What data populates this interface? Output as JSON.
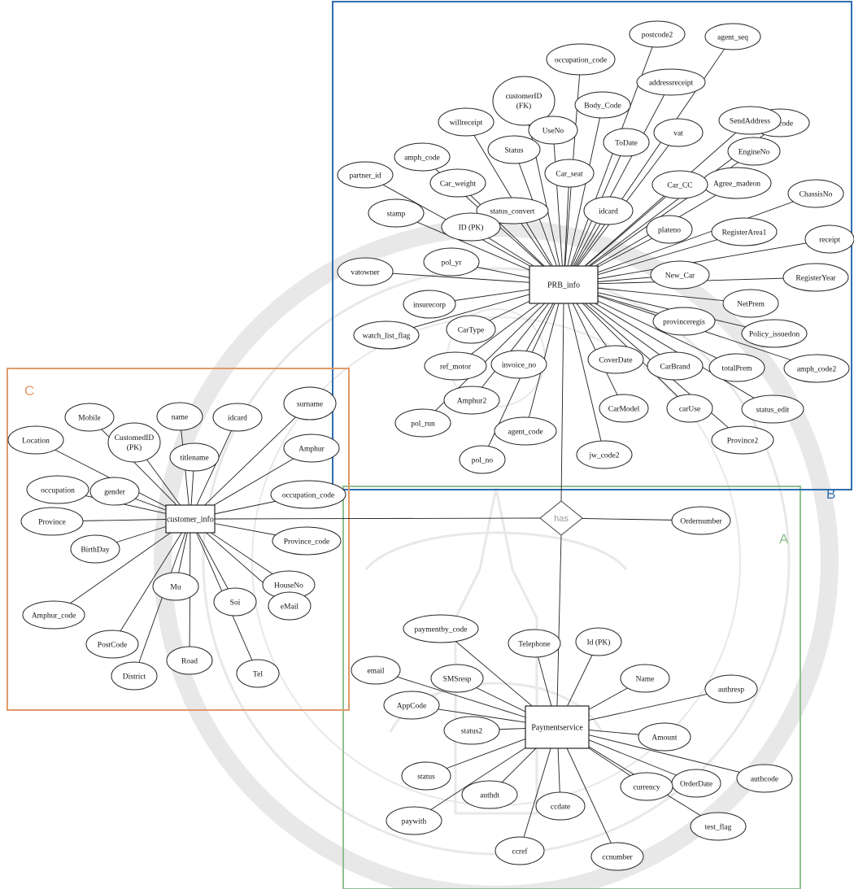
{
  "regions": [
    {
      "id": "A",
      "label": "A",
      "color": "#8fbf8f"
    },
    {
      "id": "B",
      "label": "B",
      "color": "#2e6db0"
    },
    {
      "id": "C",
      "label": "C",
      "color": "#e09a68"
    }
  ],
  "entities": [
    {
      "id": "prb",
      "label": "PRB_info"
    },
    {
      "id": "customer",
      "label": "customer_info"
    },
    {
      "id": "payment",
      "label": "Paymentservice"
    }
  ],
  "relationship": {
    "label": "has"
  },
  "attributes": {
    "prb": [
      "postcode2",
      "agent_seq",
      "occupation_code",
      "addressreceipt",
      "customerID (FK)",
      "jw_code",
      "SendAddress",
      "Body_Code",
      "willreceipt",
      "UseNo",
      "ToDate",
      "vat",
      "Status",
      "amph_code",
      "EngineNo",
      "Car_seat",
      "partner_id",
      "Car_weight",
      "Agree_madeon",
      "Car_CC",
      "idcard",
      "status_convert",
      "ChassisNo",
      "stamp",
      "ID (PK)",
      "plateno",
      "RegisterArea1",
      "receipt",
      "pol_yr",
      "vatowner",
      "New_Car",
      "RegisterYear",
      "insurecorp",
      "NetPrem",
      "provinceregis",
      "CarType",
      "watch_list_flag",
      "Policy_issuedon",
      "ref_motor",
      "invoice_no",
      "CoverDate",
      "CarBrand",
      "amph_code2",
      "totalPrem",
      "Amphur2",
      "status_edit",
      "CarModel",
      "carUse",
      "pol_run",
      "agent_code",
      "Province2",
      "jw_code2",
      "pol_no"
    ],
    "customer": [
      "Mobile",
      "name",
      "surname",
      "Location",
      "CustomedID (PK)",
      "idcard",
      "titlename",
      "Amphur",
      "occupation",
      "gender",
      "occupation_code",
      "Province",
      "BirthDay",
      "Province_code",
      "HouseNo",
      "Amphur_code",
      "Mu",
      "Soi",
      "eMail",
      "PostCode",
      "Road",
      "District",
      "Tel"
    ],
    "payment": [
      "paymentby_code",
      "Telephone",
      "Id (PK)",
      "email",
      "SMSresp",
      "Name",
      "authresp",
      "AppCode",
      "status2",
      "Amount",
      "authcode",
      "status",
      "authdt",
      "OrderDate",
      "currency",
      "paywith",
      "ccdate",
      "test_flag",
      "ccref",
      "ccnumber"
    ],
    "relationship": [
      "Ordernumber"
    ]
  }
}
